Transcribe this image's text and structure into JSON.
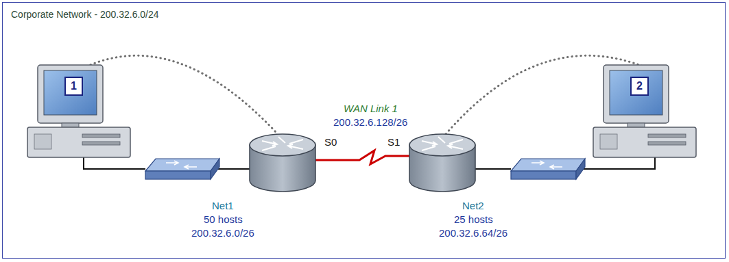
{
  "diagram": {
    "title": "Corporate Network - 200.32.6.0/24",
    "nodes": [
      {
        "text": [
          "1"
        ]
      },
      {
        "text": [
          "2"
        ]
      }
    ],
    "labels": [
      "WAN Link 1",
      "200.32.6.128/26",
      "S0",
      "S1",
      "Net1",
      "50 hosts",
      "200.32.6.0/26",
      "Net2",
      "25 hosts",
      "200.32.6.64/26"
    ]
  }
}
